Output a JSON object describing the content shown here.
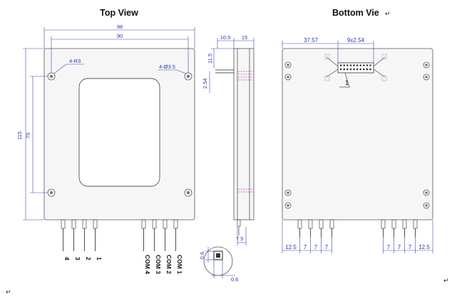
{
  "titles": {
    "top_view": "Top View",
    "bottom_view": "Bottom Vie"
  },
  "top_view": {
    "dims": {
      "width_outer": "98",
      "width_holes": "90",
      "height_outer": "115",
      "height_holes": "79",
      "corner_radius": "4-R3",
      "holes": "4-Ø3.5"
    },
    "pins_left": [
      "4",
      "3",
      "2",
      "1"
    ],
    "pins_right": [
      "COM 4",
      "COM 3",
      "COM 2",
      "COM 1"
    ]
  },
  "side_view": {
    "dims": {
      "depth_a": "10.5",
      "depth_b": "15",
      "offset_top": "11.5",
      "pin_pitch_small": "2.54",
      "pin_length": "7.5"
    }
  },
  "pin_detail": {
    "dims": {
      "square": "0.6",
      "diameter": "0.6"
    }
  },
  "bottom_view": {
    "dims": {
      "header_offset": "37.57",
      "header_pitch": "9x2.54",
      "pin_spacing_left": [
        "12.5",
        "7",
        "7",
        "7"
      ],
      "pin_spacing_right": [
        "7",
        "7",
        "7",
        "12.5"
      ]
    }
  },
  "marks": {
    "return_mark": "↵"
  }
}
